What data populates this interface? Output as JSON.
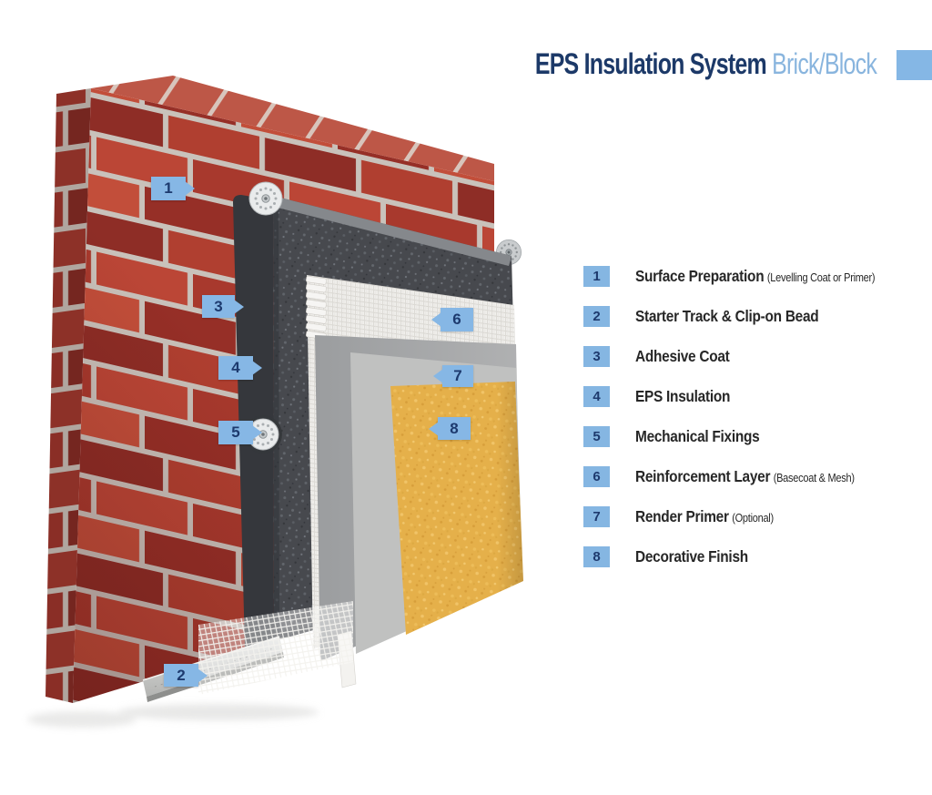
{
  "title": {
    "main": "EPS Insulation System",
    "suffix": "Brick/Block"
  },
  "legend": {
    "items": [
      {
        "num": "1",
        "label": "Surface Preparation",
        "note": "(Levelling Coat or Primer)"
      },
      {
        "num": "2",
        "label": "Starter Track & Clip-on Bead",
        "note": ""
      },
      {
        "num": "3",
        "label": "Adhesive Coat",
        "note": ""
      },
      {
        "num": "4",
        "label": "EPS Insulation",
        "note": ""
      },
      {
        "num": "5",
        "label": "Mechanical Fixings",
        "note": ""
      },
      {
        "num": "6",
        "label": "Reinforcement Layer",
        "note": "(Basecoat & Mesh)"
      },
      {
        "num": "7",
        "label": "Render Primer",
        "note": "(Optional)"
      },
      {
        "num": "8",
        "label": "Decorative Finish",
        "note": ""
      }
    ]
  },
  "markers": [
    {
      "num": "1"
    },
    {
      "num": "2"
    },
    {
      "num": "3"
    },
    {
      "num": "4"
    },
    {
      "num": "5"
    },
    {
      "num": "6"
    },
    {
      "num": "7"
    },
    {
      "num": "8"
    }
  ],
  "colors": {
    "title_navy": "#1c3968",
    "title_light_blue": "#89b5de",
    "marker_blue": "#86b7e5",
    "marker_number_navy": "#1d3a6e",
    "legend_text": "#272727",
    "brick_red": "#ad3a2f",
    "mortar_gray": "#c9c2bb",
    "adhesive_dark": "#35373c",
    "eps_gray": "#47494e",
    "mesh_white": "#f0efec",
    "basecoat_gray": "#a0a1a2",
    "primer_gray": "#bdbebd",
    "finish_yellow": "#e5b04a",
    "track_silver": "#cfd0ce",
    "background": "#ffffff"
  }
}
